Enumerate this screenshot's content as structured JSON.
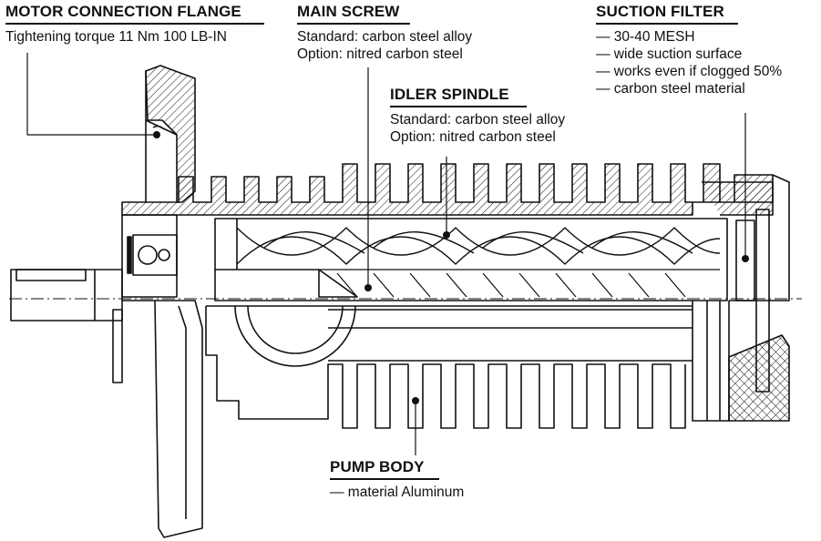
{
  "labels": {
    "motor_flange": {
      "title": "MOTOR CONNECTION FLANGE",
      "lines": [
        "Tightening torque 11 Nm 100 LB-IN"
      ]
    },
    "main_screw": {
      "title": "MAIN SCREW",
      "lines": [
        "Standard: carbon steel alloy",
        "Option: nitred carbon steel"
      ]
    },
    "suction_filter": {
      "title": "SUCTION FILTER",
      "lines": [
        "— 30-40 MESH",
        "— wide suction surface",
        "— works even if clogged 50%",
        "— carbon steel material"
      ]
    },
    "idler_spindle": {
      "title": "IDLER SPINDLE",
      "lines": [
        "Standard: carbon steel alloy",
        "Option: nitred carbon steel"
      ]
    },
    "pump_body": {
      "title": "PUMP BODY",
      "lines": [
        "— material Aluminum"
      ]
    }
  },
  "colors": {
    "line": "#111111",
    "background": "#ffffff"
  }
}
